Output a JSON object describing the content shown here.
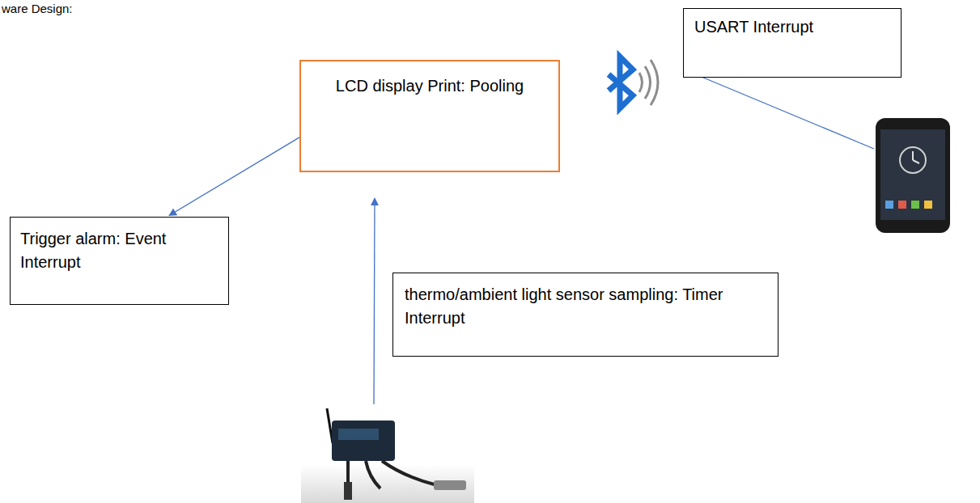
{
  "diagram": {
    "title": "ware Design:",
    "nodes": [
      {
        "text": [
          "LCD display Print: Pooling"
        ]
      },
      {
        "text": [
          "USART Interrupt"
        ]
      },
      {
        "text": [
          "Trigger alarm: Event Interrupt"
        ]
      },
      {
        "text": [
          "thermo/ambient light sensor sampling: Timer Interrupt"
        ]
      }
    ],
    "edges": [
      {
        "from": 0,
        "to": 2,
        "arrow": "to"
      }
    ]
  }
}
